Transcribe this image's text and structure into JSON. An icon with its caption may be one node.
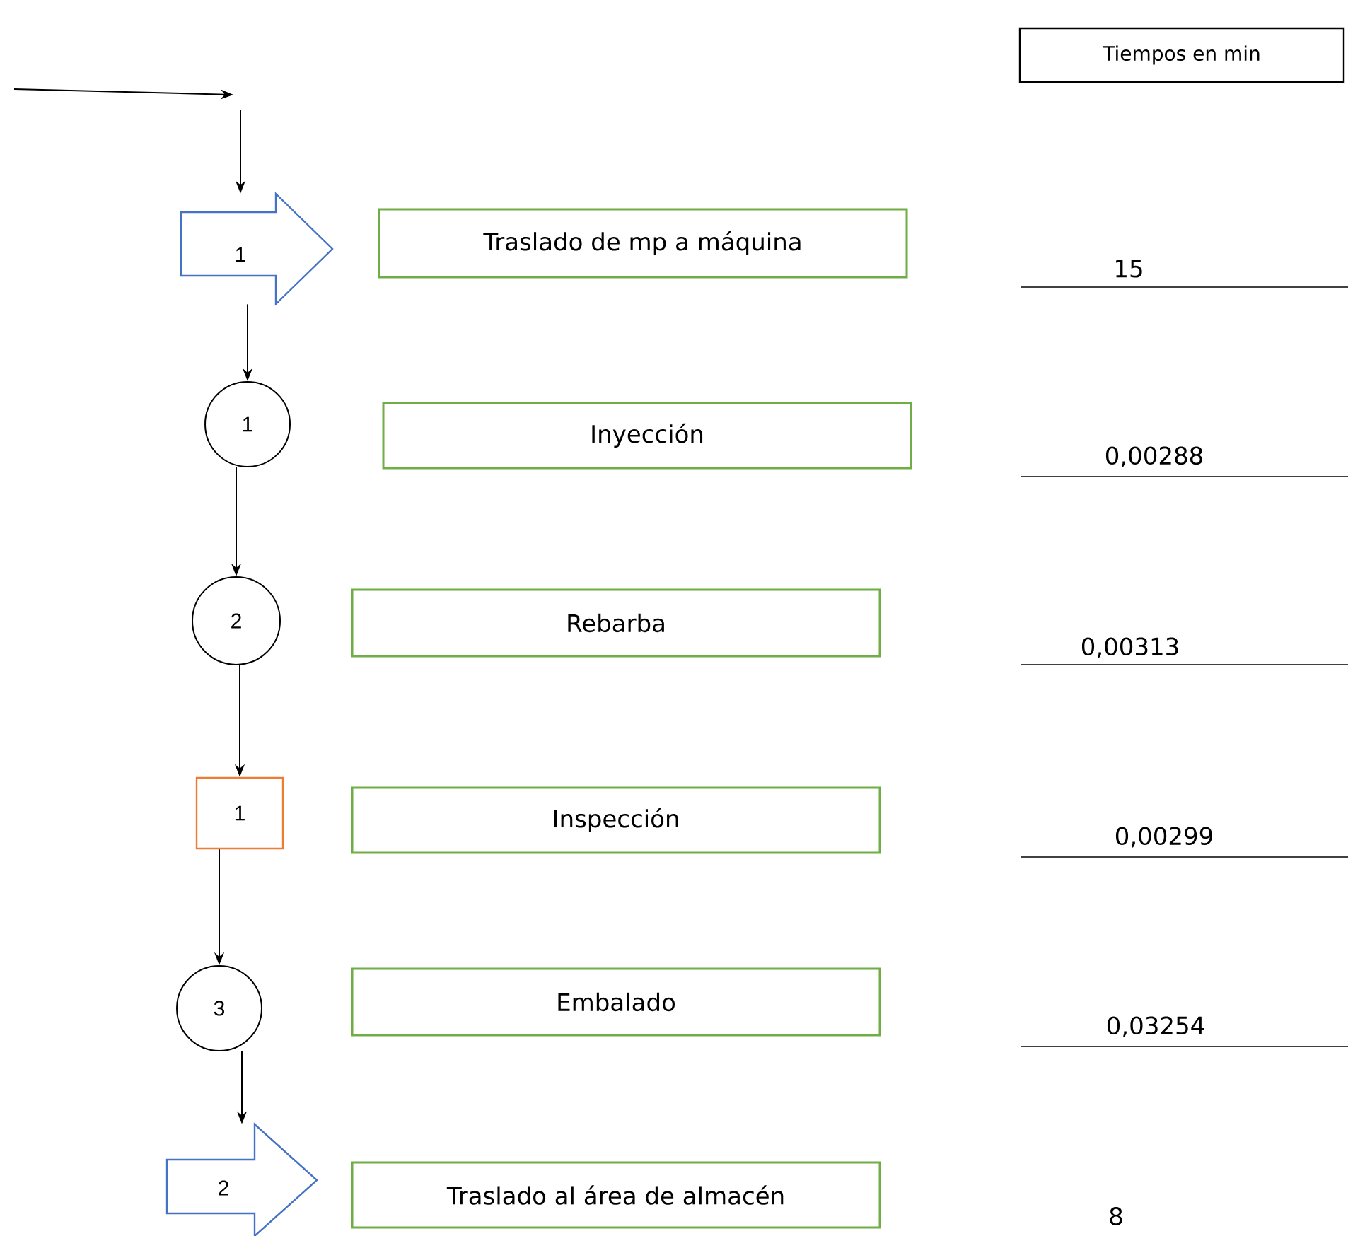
{
  "diagram": {
    "nodes": [
      {
        "text": [
          "Tiempos en min"
        ]
      },
      {
        "text": [
          "1"
        ]
      },
      {
        "text": [
          "Traslado de mp a máquina"
        ]
      },
      {
        "text": [
          "1"
        ]
      },
      {
        "text": [
          "Inyección"
        ]
      },
      {
        "text": [
          "2"
        ]
      },
      {
        "text": [
          "Rebarba"
        ]
      },
      {
        "text": [
          "1"
        ]
      },
      {
        "text": [
          "Inspección"
        ]
      },
      {
        "text": [
          "3"
        ]
      },
      {
        "text": [
          "Embalado"
        ]
      },
      {
        "text": [
          "2"
        ]
      },
      {
        "text": [
          "Traslado al área de almacén"
        ]
      }
    ],
    "edges": [
      {
        "from": null,
        "to": 1,
        "arrow": "to"
      },
      {
        "from": 1,
        "to": 3,
        "arrow": "to"
      },
      {
        "from": 3,
        "to": 5,
        "arrow": "to"
      },
      {
        "from": 5,
        "to": 7,
        "arrow": "to"
      },
      {
        "from": 7,
        "to": 9,
        "arrow": "to"
      },
      {
        "from": 9,
        "to": 11,
        "arrow": "to"
      }
    ],
    "labels": [
      "15",
      "0,00288",
      "0,00313",
      "0,00299",
      "0,03254",
      "8"
    ]
  }
}
